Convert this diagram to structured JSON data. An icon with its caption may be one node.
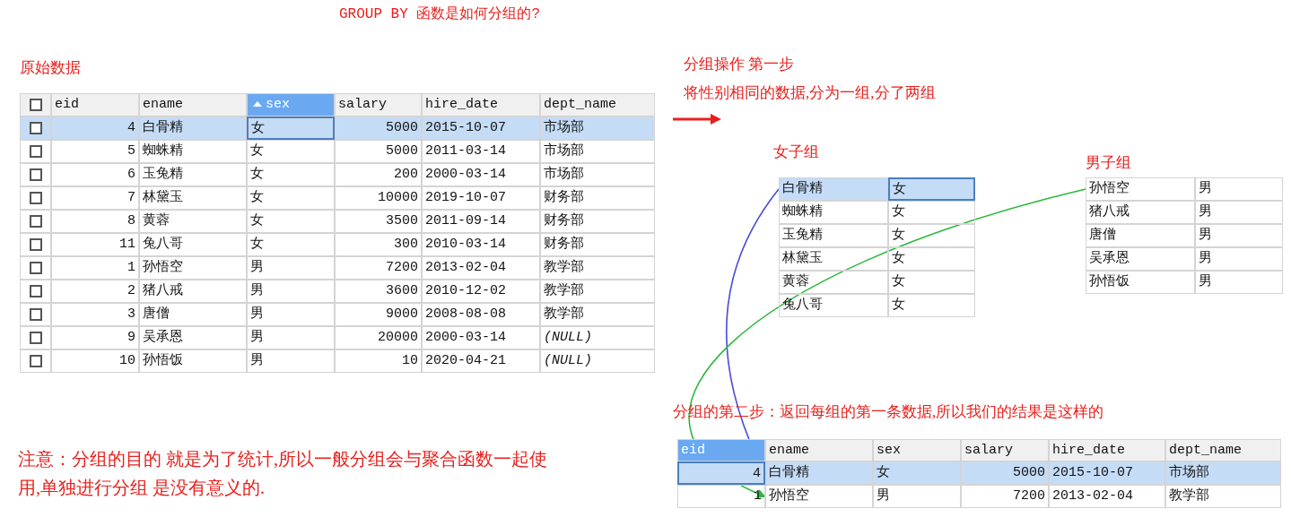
{
  "diagram": {
    "title": "GROUP BY 函数是如何分组的?",
    "nodes": [
      {
        "text": [
          "白骨精"
        ]
      },
      {
        "text": [
          "孙悟空"
        ]
      },
      {
        "text": [
          "白骨精"
        ]
      },
      {
        "text": [
          "孙悟空"
        ]
      }
    ],
    "edges": [
      {
        "from": 0,
        "to": 2,
        "arrow": "to",
        "color": "#4b4bdc"
      },
      {
        "from": 1,
        "to": 3,
        "arrow": "to",
        "color": "#2db83d"
      }
    ],
    "labels": [
      "原始数据",
      "eid",
      "ename",
      "sex",
      "salary",
      "hire_date",
      "dept_name",
      "4",
      "白骨精",
      "女",
      "5000",
      "2015-10-07",
      "市场部",
      "5",
      "蜘蛛精",
      "女",
      "5000",
      "2011-03-14",
      "市场部",
      "6",
      "玉兔精",
      "女",
      "200",
      "2000-03-14",
      "市场部",
      "7",
      "林黛玉",
      "女",
      "10000",
      "2019-10-07",
      "财务部",
      "8",
      "黄蓉",
      "女",
      "3500",
      "2011-09-14",
      "财务部",
      "11",
      "兔八哥",
      "女",
      "300",
      "2010-03-14",
      "财务部",
      "1",
      "孙悟空",
      "男",
      "7200",
      "2013-02-04",
      "教学部",
      "2",
      "猪八戒",
      "男",
      "3600",
      "2010-12-02",
      "教学部",
      "3",
      "唐僧",
      "男",
      "9000",
      "2008-08-08",
      "教学部",
      "9",
      "吴承恩",
      "男",
      "20000",
      "2000-03-14",
      "(NULL)",
      "10",
      "孙悟饭",
      "男",
      "10",
      "2020-04-21",
      "(NULL)",
      "分组操作 第一步",
      "将性别相同的数据,分为一组,分了两组",
      "女子组",
      "女",
      "蜘蛛精",
      "女",
      "玉兔精",
      "女",
      "林黛玉",
      "女",
      "黄蓉",
      "女",
      "兔八哥",
      "女",
      "男子组",
      "男",
      "猪八戒",
      "男",
      "唐僧",
      "男",
      "吴承恩",
      "男",
      "孙悟饭",
      "男",
      "分组的第二步：返回每组的第一条数据,所以我们的结果是这样的",
      "eid",
      "ename",
      "sex",
      "salary",
      "hire_date",
      "dept_name",
      "4",
      "女",
      "5000",
      "2015-10-07",
      "市场部",
      "1",
      "男",
      "7200",
      "2013-02-04",
      "教学部",
      "注意：分组的目的 就是为了统计,所以一般分组会与聚合函数一起使用,单独进行分组 是没有意义的."
    ]
  }
}
